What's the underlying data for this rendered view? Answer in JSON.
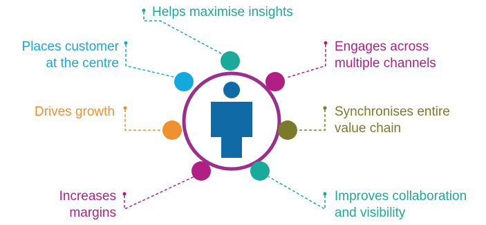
{
  "diagram": {
    "colors": {
      "teal": "#1aa99b",
      "cyan": "#13a9dc",
      "magenta": "#b01f83",
      "orange": "#f0912e",
      "olive": "#7a7a2a",
      "blue": "#0f6aa5",
      "ring": "#9b2f8c"
    },
    "center": {
      "icon": "person-icon"
    },
    "benefits": [
      {
        "key": "insights",
        "lines": [
          "Helps maximise insights"
        ],
        "color": "teal"
      },
      {
        "key": "customer",
        "lines": [
          "Places customer",
          "at the centre"
        ],
        "color": "cyan"
      },
      {
        "key": "channels",
        "lines": [
          "Engages across",
          "multiple channels"
        ],
        "color": "magenta"
      },
      {
        "key": "growth",
        "lines": [
          "Drives growth"
        ],
        "color": "orange"
      },
      {
        "key": "value-chain",
        "lines": [
          "Synchronises entire",
          "value chain"
        ],
        "color": "olive"
      },
      {
        "key": "margins",
        "lines": [
          "Increases",
          "margins"
        ],
        "color": "magenta"
      },
      {
        "key": "collaboration",
        "lines": [
          "Improves collaboration",
          "and visibility"
        ],
        "color": "teal"
      }
    ]
  }
}
